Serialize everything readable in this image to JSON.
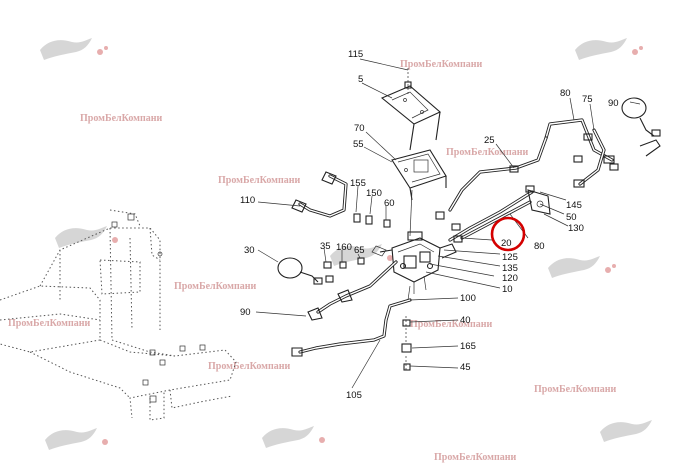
{
  "watermark_text": "ПромБелКомпани",
  "highlight": {
    "part": "20",
    "color": "#d40000"
  },
  "colors": {
    "line": "#222222",
    "watermark": "#d9a8a8",
    "logo": "#cccccc"
  },
  "callouts": [
    "115",
    "5",
    "70",
    "55",
    "25",
    "80",
    "75",
    "90",
    "110",
    "155",
    "150",
    "60",
    "30",
    "35",
    "160",
    "65",
    "145",
    "50",
    "130",
    "80",
    "20",
    "125",
    "135",
    "120",
    "10",
    "100",
    "40",
    "165",
    "45",
    "90",
    "105"
  ]
}
